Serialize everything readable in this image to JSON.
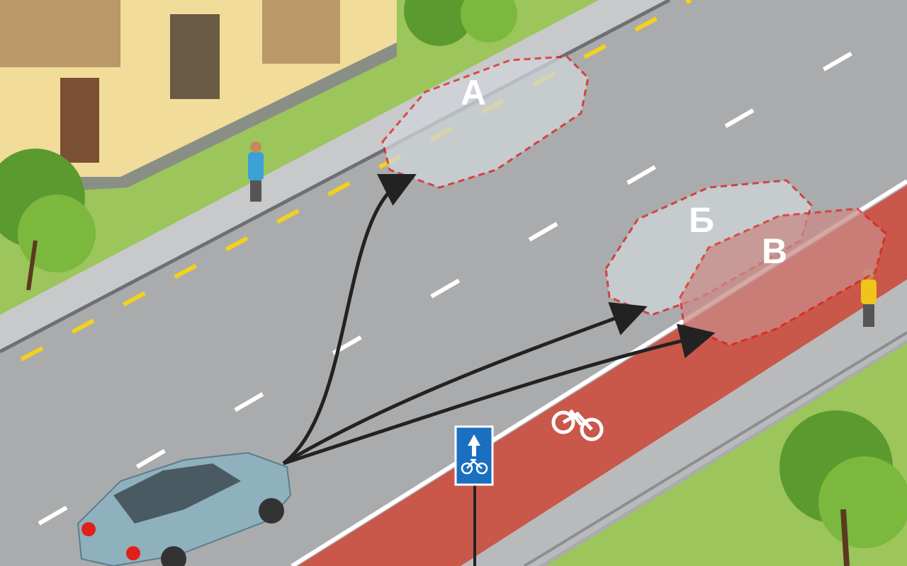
{
  "scene": {
    "cars": [
      {
        "label": "А"
      },
      {
        "label": "Б"
      },
      {
        "label": "В"
      }
    ],
    "sign": {
      "type": "bicycle-lane-sign"
    },
    "colors": {
      "road": "#a9abad",
      "bike_lane": "#c9574a",
      "grass": "#9cc55c",
      "building": "#f1dc9a",
      "car": "#8fb0bd",
      "outline": "#e0201b",
      "sign_blue": "#1a6fc0"
    }
  }
}
